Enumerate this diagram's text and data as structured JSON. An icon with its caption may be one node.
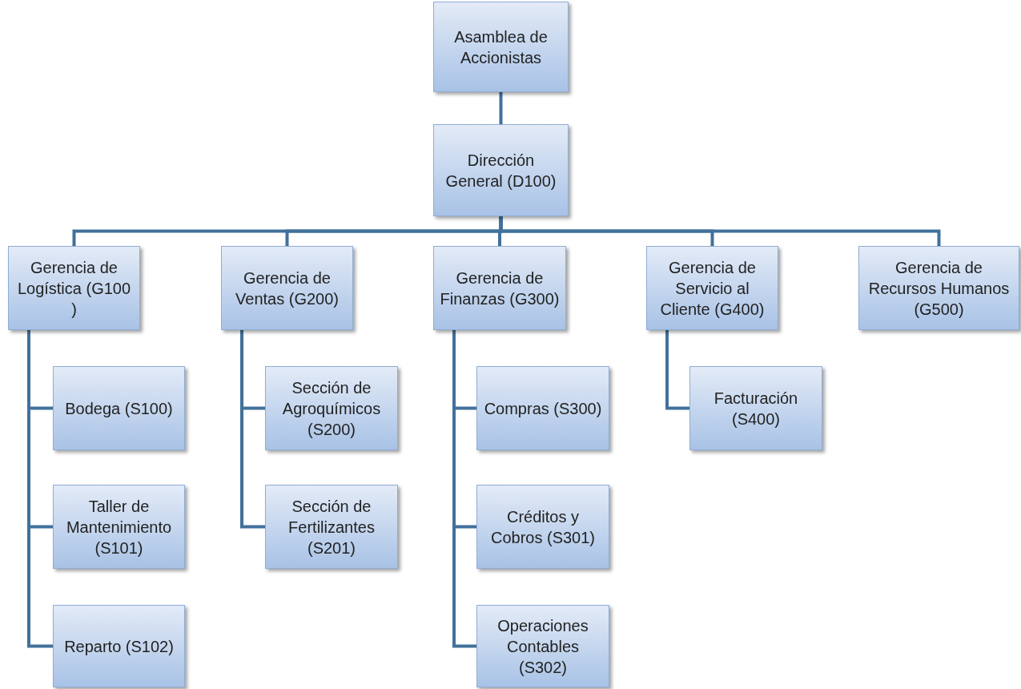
{
  "diagram": {
    "nodes": [
      {
        "text": [
          "Asamblea de Accionistas"
        ]
      },
      {
        "text": [
          "Dirección General (D100)"
        ]
      },
      {
        "text": [
          "Gerencia de Logística (G100 )"
        ]
      },
      {
        "text": [
          "Gerencia de Ventas (G200)"
        ]
      },
      {
        "text": [
          "Gerencia de Finanzas (G300)"
        ]
      },
      {
        "text": [
          "Gerencia de Servicio al Cliente (G400)"
        ]
      },
      {
        "text": [
          "Gerencia de Recursos Humanos (G500)"
        ]
      },
      {
        "text": [
          "Bodega (S100)"
        ]
      },
      {
        "text": [
          "Taller de Mantenimiento (S101)"
        ]
      },
      {
        "text": [
          "Reparto (S102)"
        ]
      },
      {
        "text": [
          "Sección de Agroquímicos (S200)"
        ]
      },
      {
        "text": [
          "Sección de Fertilizantes (S201)"
        ]
      },
      {
        "text": [
          "Compras (S300)"
        ]
      },
      {
        "text": [
          "Créditos y Cobros (S301)"
        ]
      },
      {
        "text": [
          "Operaciones Contables (S302)"
        ]
      },
      {
        "text": [
          "Facturación (S400)"
        ]
      }
    ],
    "edges": [
      {
        "from": 0,
        "to": 1,
        "arrow": "none"
      },
      {
        "from": 1,
        "to": 2,
        "arrow": "none"
      },
      {
        "from": 1,
        "to": 3,
        "arrow": "none"
      },
      {
        "from": 1,
        "to": 4,
        "arrow": "none"
      },
      {
        "from": 1,
        "to": 5,
        "arrow": "none"
      },
      {
        "from": 1,
        "to": 6,
        "arrow": "none"
      },
      {
        "from": 2,
        "to": 7,
        "arrow": "none"
      },
      {
        "from": 2,
        "to": 8,
        "arrow": "none"
      },
      {
        "from": 2,
        "to": 9,
        "arrow": "none"
      },
      {
        "from": 3,
        "to": 10,
        "arrow": "none"
      },
      {
        "from": 3,
        "to": 11,
        "arrow": "none"
      },
      {
        "from": 4,
        "to": 12,
        "arrow": "none"
      },
      {
        "from": 4,
        "to": 13,
        "arrow": "none"
      },
      {
        "from": 4,
        "to": 14,
        "arrow": "none"
      },
      {
        "from": 5,
        "to": 15,
        "arrow": "none"
      }
    ]
  }
}
